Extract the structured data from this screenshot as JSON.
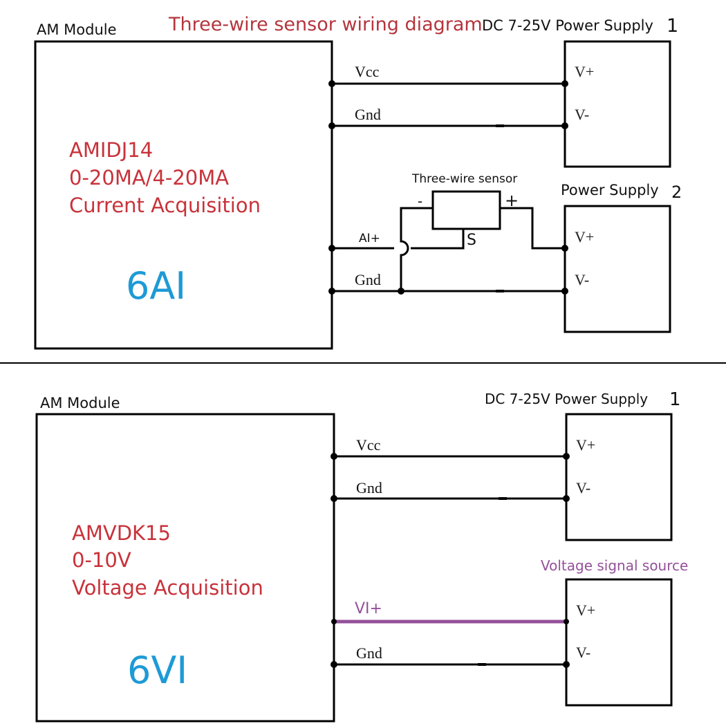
{
  "colors": {
    "wire": "#000000",
    "module_text": "#c8323a",
    "title_text": "#b5353d",
    "channel_text": "#1e9ad6",
    "signal_wire": "#94509a",
    "signal_text": "#94509a",
    "label_text": "#111111",
    "pin_text": "#222222"
  },
  "top": {
    "title": "Three-wire sensor wiring diagram",
    "module": {
      "header": "AM Module",
      "model": "AMIDJ14",
      "range": "0-20MA/4-20MA",
      "function": "Current Acquisition",
      "channels": "6AI"
    },
    "wires": {
      "vcc": "Vcc",
      "gnd1": "Gnd",
      "ai_plus": "AI+",
      "gnd2": "Gnd"
    },
    "sensor": {
      "title": "Three-wire sensor",
      "minus": "-",
      "plus": "+",
      "signal": "S"
    },
    "supply1": {
      "header": "DC 7-25V  Power Supply",
      "number": "1",
      "vplus": "V+",
      "vminus": "V-"
    },
    "supply2": {
      "header": "Power Supply",
      "number": "2",
      "vplus": "V+",
      "vminus": "V-"
    }
  },
  "bottom": {
    "module": {
      "header": "AM Module",
      "model": "AMVDK15",
      "range": "0-10V",
      "function": "Voltage Acquisition",
      "channels": "6VI"
    },
    "wires": {
      "vcc": "Vcc",
      "gnd1": "Gnd",
      "vi_plus": "VI+",
      "gnd2": "Gnd"
    },
    "supply1": {
      "header": "DC 7-25V  Power Supply",
      "number": "1",
      "vplus": "V+",
      "vminus": "V-"
    },
    "source": {
      "header": "Voltage signal source",
      "vplus": "V+",
      "vminus": "V-"
    }
  }
}
